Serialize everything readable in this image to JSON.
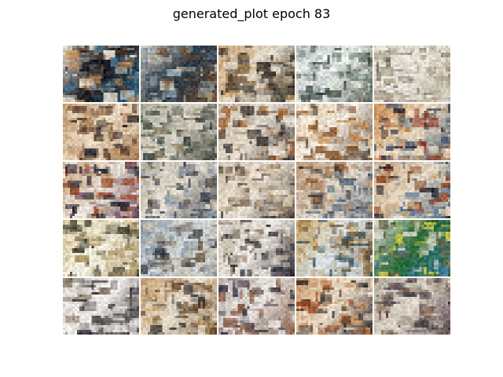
{
  "figure": {
    "title": "generated_plot epoch 83"
  },
  "grid": {
    "rows": 5,
    "cols": 5,
    "cells": [
      {
        "tones": [
          "#e8e0d0",
          "#5a4030",
          "#1a1a20",
          "#c09060",
          "#3a6a8a"
        ]
      },
      {
        "tones": [
          "#d0c8b8",
          "#4a5a68",
          "#2a3a48",
          "#9aa8b0",
          "#6a4a30"
        ]
      },
      {
        "tones": [
          "#c8a070",
          "#3a3028",
          "#e0d8c8",
          "#8a6a40",
          "#2a2418"
        ]
      },
      {
        "tones": [
          "#b8c0c0",
          "#3a4a4a",
          "#e8ece8",
          "#7a8a80",
          "#5a6050"
        ]
      },
      {
        "tones": [
          "#d8d0c0",
          "#9a8a78",
          "#e8e4dc",
          "#6a6058",
          "#b0a890"
        ]
      },
      {
        "tones": [
          "#c09870",
          "#5a4030",
          "#e8d8c0",
          "#2a2a30",
          "#a07850"
        ]
      },
      {
        "tones": [
          "#a8a898",
          "#4a5048",
          "#d8d4c8",
          "#8a7a60",
          "#3a4038"
        ]
      },
      {
        "tones": [
          "#c8b8a0",
          "#6a5a48",
          "#e0d8cc",
          "#a06030",
          "#3a3430"
        ]
      },
      {
        "tones": [
          "#e0c8a8",
          "#8a5a30",
          "#f0e8dc",
          "#c08040",
          "#5a4a3a"
        ]
      },
      {
        "tones": [
          "#c89058",
          "#2a2028",
          "#e8d8c0",
          "#8a3020",
          "#4a5a70"
        ]
      },
      {
        "tones": [
          "#c8a078",
          "#2a2830",
          "#e8e0d8",
          "#9a4a28",
          "#6a4858"
        ]
      },
      {
        "tones": [
          "#b8b0a0",
          "#5a5048",
          "#e4dcd0",
          "#8a9aa8",
          "#3a4048"
        ]
      },
      {
        "tones": [
          "#d0c0a8",
          "#7a6a58",
          "#ece4d8",
          "#a89070",
          "#4a4038"
        ]
      },
      {
        "tones": [
          "#b89878",
          "#3a3430",
          "#d8d0c4",
          "#9a6038",
          "#5a6878"
        ]
      },
      {
        "tones": [
          "#c8a880",
          "#2a2830",
          "#e0d4c0",
          "#8a4020",
          "#4a6a8a"
        ]
      },
      {
        "tones": [
          "#d8c8a0",
          "#5a5840",
          "#f0ecdc",
          "#2a2a20",
          "#a89060"
        ]
      },
      {
        "tones": [
          "#8a9aa8",
          "#3a4048",
          "#d0d4d4",
          "#6a5a48",
          "#c0b8a8"
        ]
      },
      {
        "tones": [
          "#c8c0b0",
          "#4a4440",
          "#e8e4dc",
          "#8a7060",
          "#2a2830"
        ]
      },
      {
        "tones": [
          "#c8a060",
          "#4a4030",
          "#d8e0e4",
          "#3a5868",
          "#8a7048"
        ]
      },
      {
        "tones": [
          "#d8d4c8",
          "#6a6a50",
          "#2a6a38",
          "#e0d040",
          "#3a7aa0"
        ]
      },
      {
        "tones": [
          "#d8d4cc",
          "#4a4848",
          "#f0ece8",
          "#8a7a68",
          "#2a2a30"
        ]
      },
      {
        "tones": [
          "#c8a070",
          "#6a4a30",
          "#e0d8c8",
          "#3a3430",
          "#9a7850"
        ]
      },
      {
        "tones": [
          "#b0a8a0",
          "#3a3840",
          "#e4e0dc",
          "#6a5868",
          "#8a6048"
        ]
      },
      {
        "tones": [
          "#c89060",
          "#4a3020",
          "#e8dcc8",
          "#9a4820",
          "#2a2428"
        ]
      },
      {
        "tones": [
          "#b0a898",
          "#3a3438",
          "#dcd4c8",
          "#7a5a48",
          "#5a4850"
        ]
      }
    ]
  }
}
